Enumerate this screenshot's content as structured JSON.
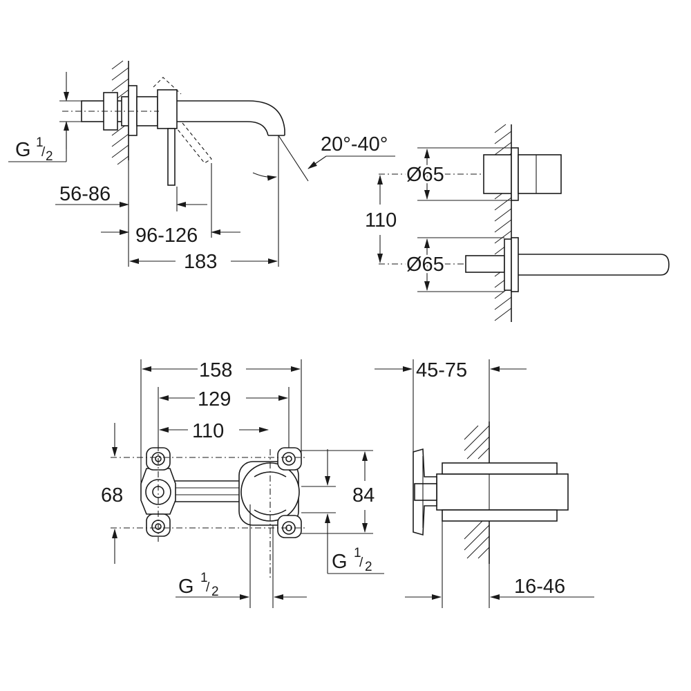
{
  "side_view": {
    "thread_label": "G",
    "thread_num": "1",
    "thread_den": "2",
    "dim_wall": "56-86",
    "dim_lever": "96-126",
    "dim_total": "183",
    "angle": "20°-40°"
  },
  "front_view": {
    "diameter_top": "Ø65",
    "diameter_bottom": "Ø65",
    "dim_spacing": "110"
  },
  "body_view": {
    "dim_width": "158",
    "dim_mid": "129",
    "dim_center": "110",
    "dim_left_height": "68",
    "dim_right_height": "84",
    "thread_right_label": "G",
    "thread_right_num": "1",
    "thread_right_den": "2",
    "thread_bottom_label": "G",
    "thread_bottom_num": "1",
    "thread_bottom_den": "2"
  },
  "body_side_view": {
    "dim_depth": "45-75",
    "dim_wall": "16-46"
  }
}
